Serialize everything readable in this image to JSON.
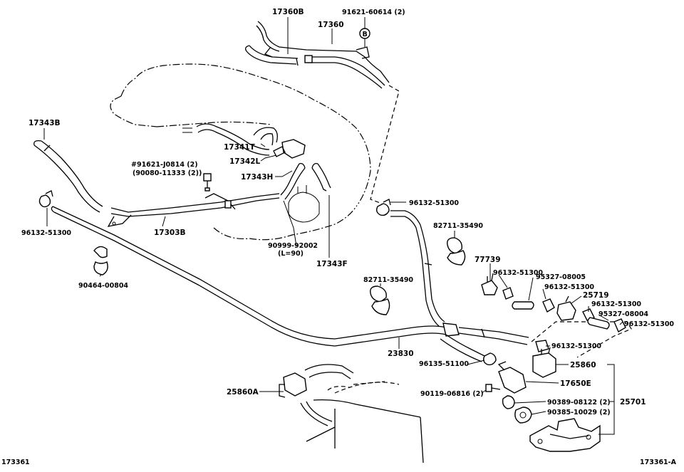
{
  "diagram": {
    "page_codes": {
      "left": "173361",
      "right": "173361-A"
    },
    "badge_letter": "B",
    "callouts": [
      "17360B",
      "91621-60614 (2)",
      "17360",
      "17343B",
      "#91621-J0814 (2)",
      "(90080-11333 (2))",
      "17341T",
      "17342L",
      "17343H",
      "17303B",
      "90999-92002",
      "(L=90)",
      "17343F",
      "96132-51300",
      "96132-51300",
      "90464-00804",
      "82711-35490",
      "82711-35490",
      "77739",
      "96132-51300",
      "95327-08005",
      "96132-51300",
      "25719",
      "96132-51300",
      "95327-08004",
      "96132-51300",
      "96132-51300",
      "23830",
      "96135-51100",
      "25860",
      "25860A",
      "17650E",
      "90119-06816 (2)",
      "90389-08122 (2)",
      "90385-10029 (2)",
      "25701"
    ]
  }
}
